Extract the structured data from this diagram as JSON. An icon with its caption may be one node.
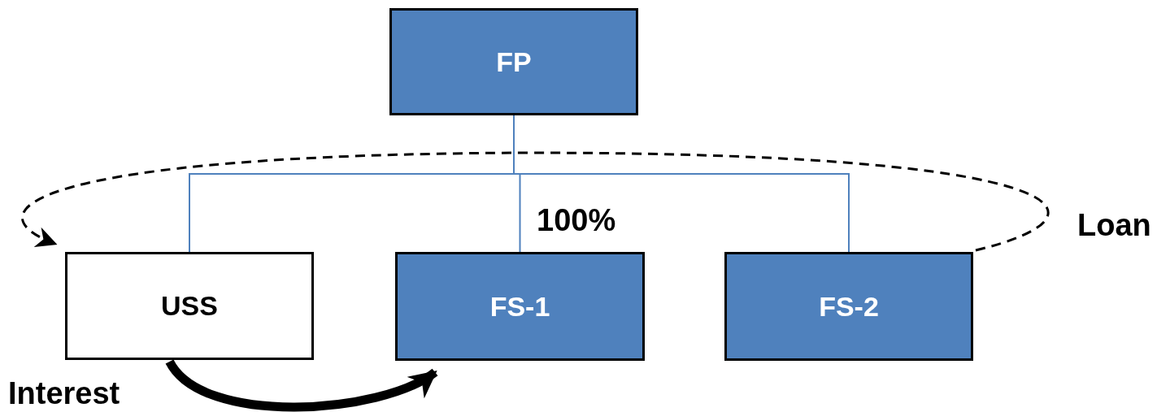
{
  "diagram": {
    "nodes": [
      {
        "text": [
          "FP"
        ]
      },
      {
        "text": [
          "USS"
        ]
      },
      {
        "text": [
          "FS-1"
        ]
      },
      {
        "text": [
          "FS-2"
        ]
      }
    ],
    "edges": [
      {
        "from": 0,
        "to": 1,
        "arrow": "none",
        "color": "#4f81bd"
      },
      {
        "from": 0,
        "to": 2,
        "arrow": "none",
        "color": "#4f81bd"
      },
      {
        "from": 0,
        "to": 3,
        "arrow": "none",
        "color": "#4f81bd"
      },
      {
        "from": 3,
        "to": 1,
        "arrow": "to",
        "style": "dashed",
        "color": "#000000",
        "label": "Loan"
      },
      {
        "from": 1,
        "to": 2,
        "arrow": "to",
        "style": "thick",
        "color": "#000000",
        "label": "Interest"
      }
    ],
    "labels": [
      "100%"
    ]
  }
}
